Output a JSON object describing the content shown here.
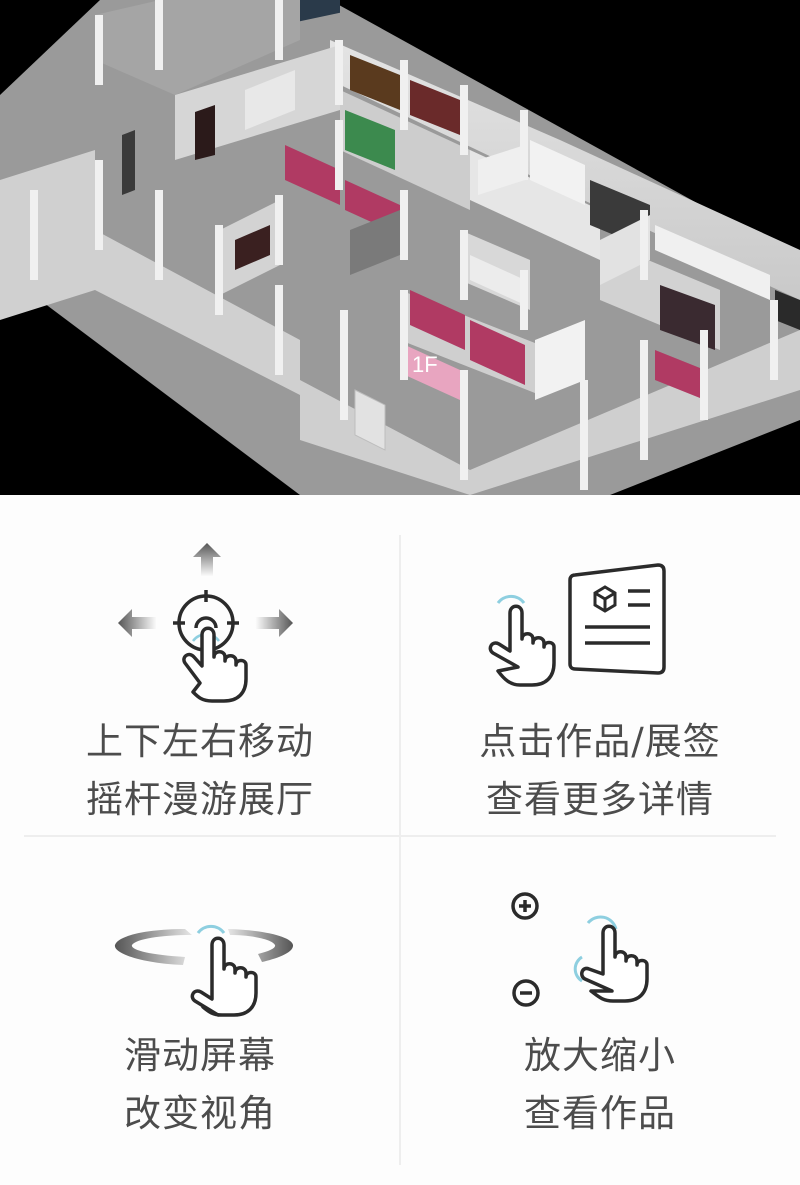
{
  "hero": {
    "description": "Isometric 3D floor plan of an exhibition hall with gallery walls, pillars and hung artworks",
    "colors": {
      "background": "#000000",
      "floor": "#9a9a9a",
      "wall": "#d9d9d9",
      "wall_shadow": "#bdbdbd",
      "accent_magenta": "#b03a63",
      "accent_green": "#3c8a4e"
    },
    "floor_label": "1F"
  },
  "guide": {
    "colors": {
      "text": "#4c4c4c",
      "icon_stroke": "#333333",
      "tap_ring": "#8ecfe0",
      "divider": "#eeeeee"
    },
    "cards": [
      {
        "id": "move",
        "icon": "joystick-move-icon",
        "line1": "上下左右移动",
        "line2": "摇杆漫游展厅"
      },
      {
        "id": "detail",
        "icon": "tap-detail-card-icon",
        "line1": "点击作品/展签",
        "line2": "查看更多详情"
      },
      {
        "id": "rotate",
        "icon": "swipe-rotate-icon",
        "line1": "滑动屏幕",
        "line2": "改变视角"
      },
      {
        "id": "zoom",
        "icon": "pinch-zoom-icon",
        "line1": "放大缩小",
        "line2": "查看作品",
        "zoom_in_symbol": "+",
        "zoom_out_symbol": "−"
      }
    ]
  }
}
